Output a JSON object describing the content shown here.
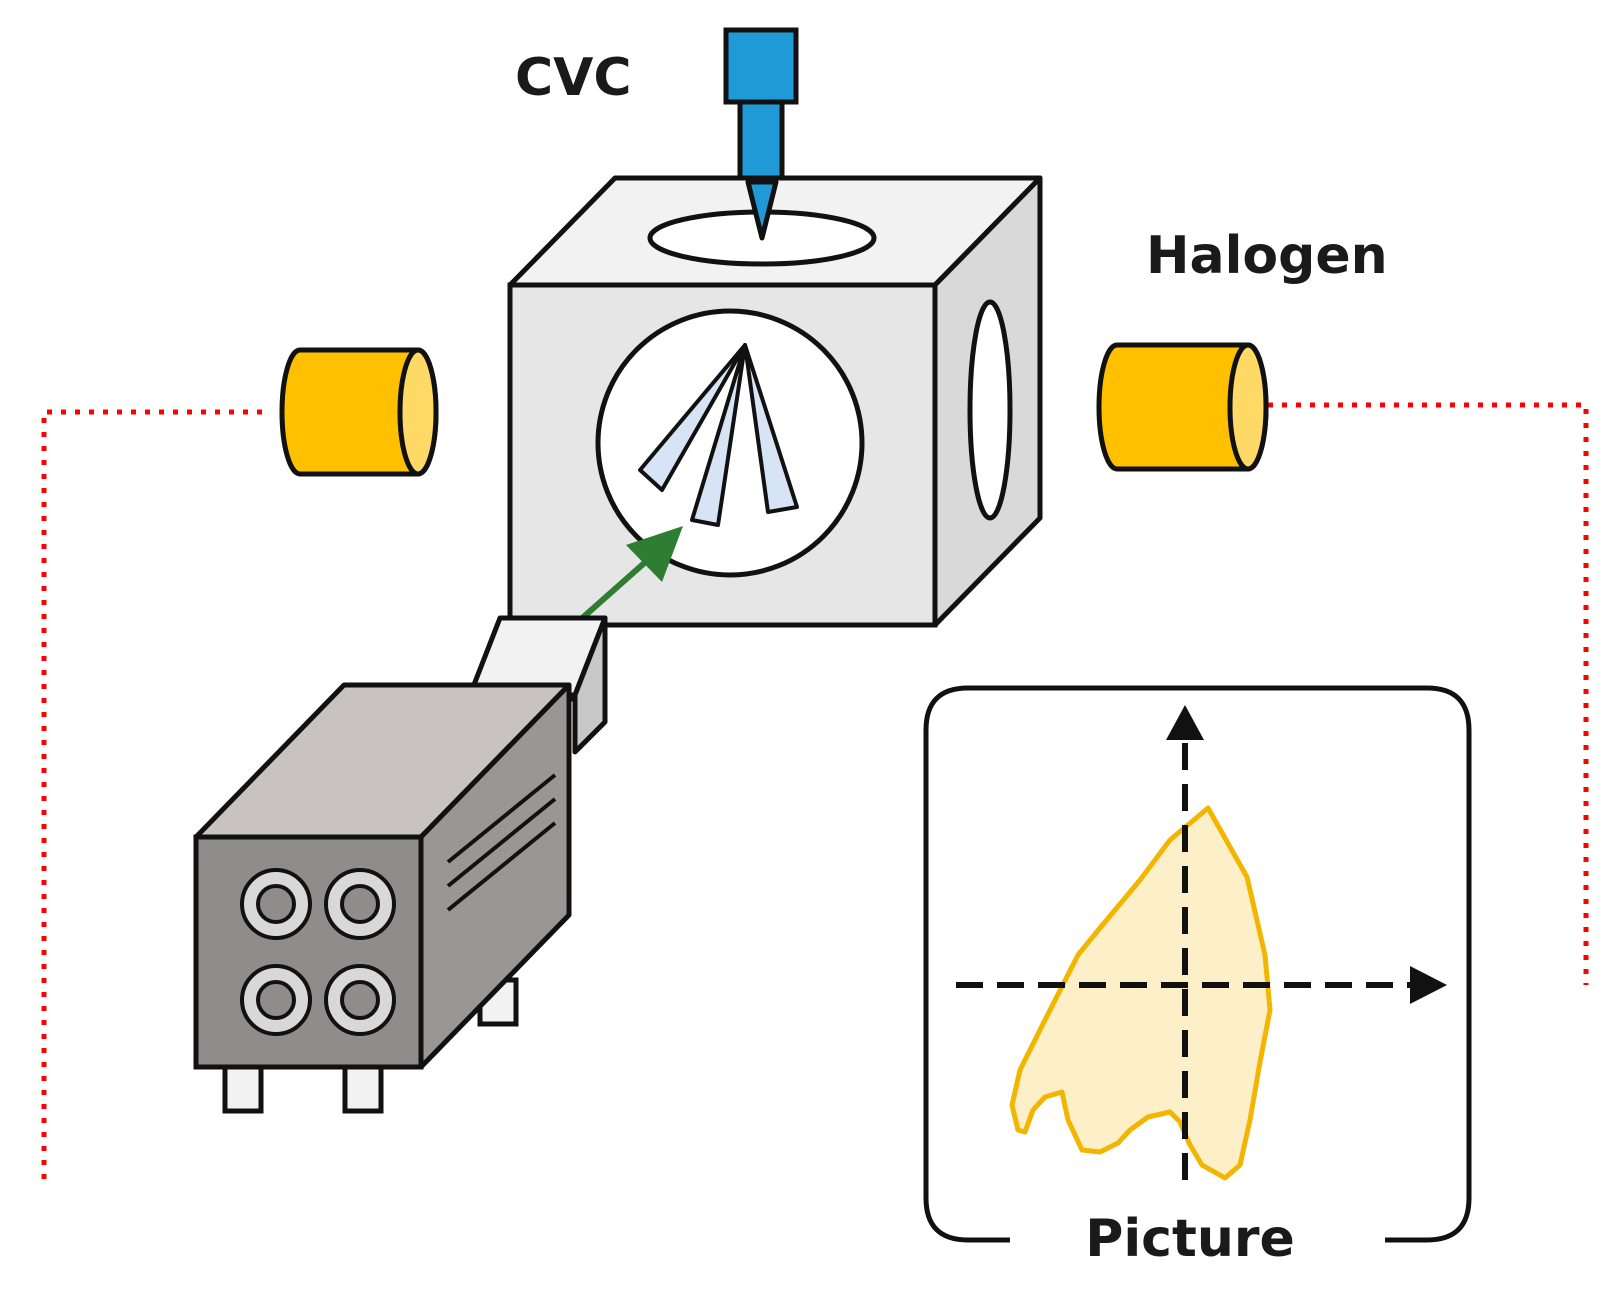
{
  "labels": {
    "cvc": "CVC",
    "halogen": "Halogen",
    "picture": "Picture"
  },
  "colors": {
    "cvc_nozzle": "#1f9ad6",
    "halogen_lamp": "#ffc000",
    "halogen_lamp_face": "#ffd966",
    "beam_dotted": "#ff0000",
    "arrow_camera": "#2e7d32",
    "cube": "#e8e8e8",
    "camera": "#8c8c8c",
    "sample_outline": "#f2b500",
    "sample_fill": "#fdf0c8",
    "spikes": "#d6e4f5"
  },
  "icons": {
    "nozzle": "cvc-nozzle-icon",
    "lamp": "halogen-lamp-icon",
    "camera": "camera-icon",
    "chamber": "cube-chamber-icon"
  }
}
